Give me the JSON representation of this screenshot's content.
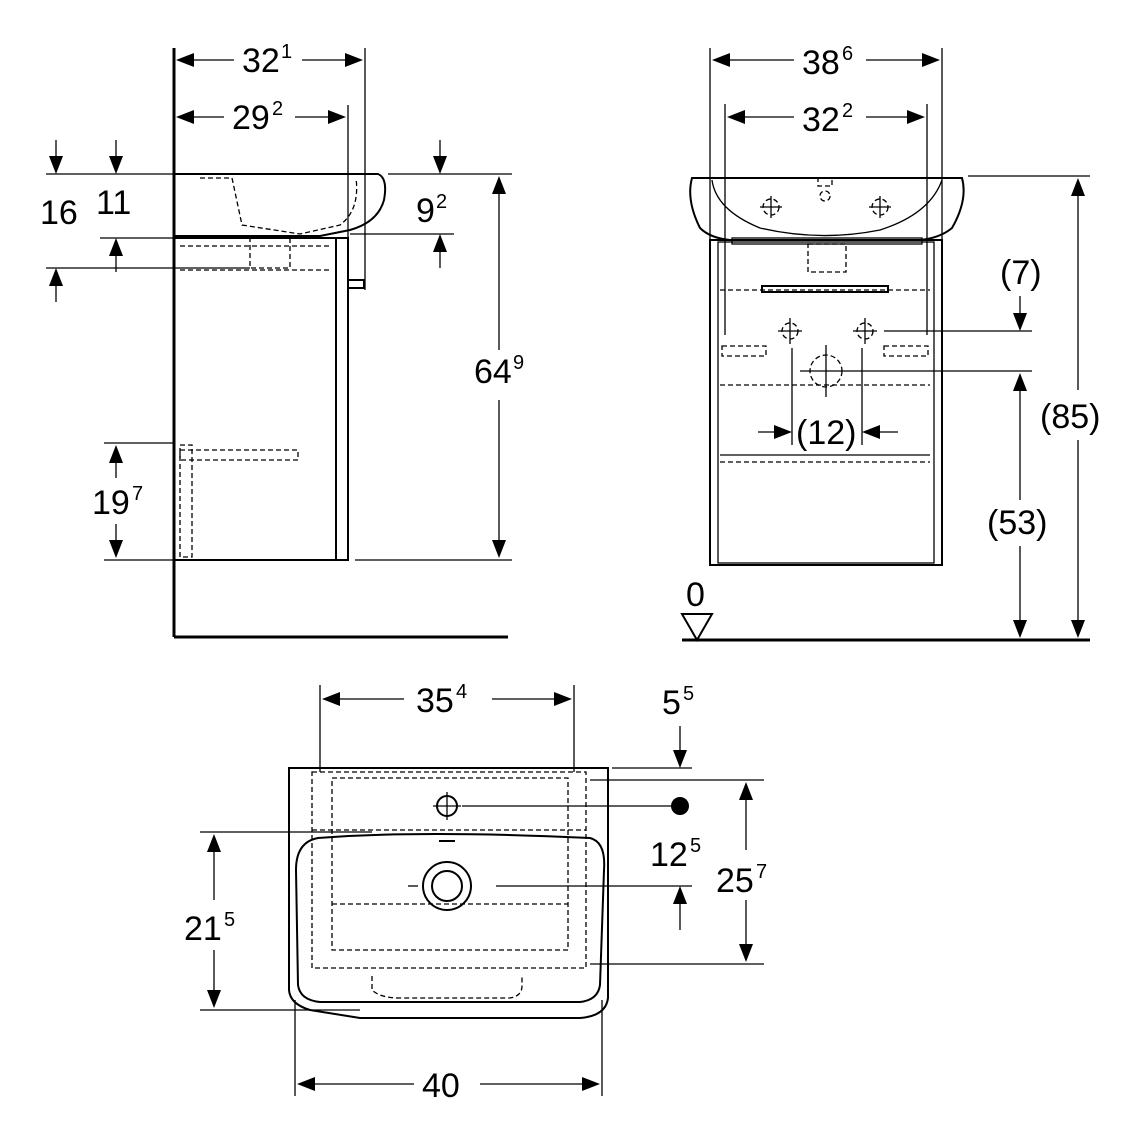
{
  "side_view": {
    "width_total": {
      "base": "32",
      "sup": "1"
    },
    "width_basin": {
      "base": "29",
      "sup": "2"
    },
    "basin_height": "16",
    "rim_height": "11",
    "overflow": {
      "base": "9",
      "sup": "2"
    },
    "cabinet_height": {
      "base": "64",
      "sup": "9"
    },
    "drawer_height": {
      "base": "19",
      "sup": "7"
    }
  },
  "front_view": {
    "width_basin": {
      "base": "38",
      "sup": "6"
    },
    "width_cabinet": {
      "base": "32",
      "sup": "2"
    },
    "waste_offset": "(7)",
    "total_height": "(85)",
    "waste_height": "(53)",
    "waste_spacing": "(12)",
    "floor_level": "0"
  },
  "top_view": {
    "cabinet_width": {
      "base": "35",
      "sup": "4"
    },
    "rear_offset": {
      "base": "5",
      "sup": "5"
    },
    "tap_hole_distance": {
      "base": "12",
      "sup": "5"
    },
    "cabinet_depth": {
      "base": "25",
      "sup": "7"
    },
    "basin_depth": {
      "base": "21",
      "sup": "5"
    },
    "basin_width": "40"
  }
}
